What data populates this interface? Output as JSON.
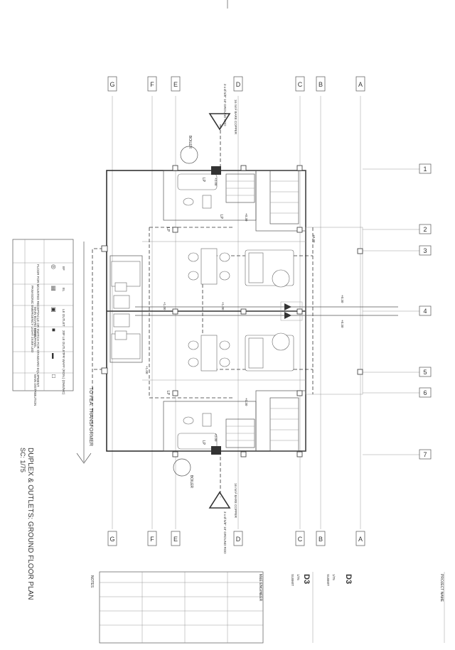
{
  "drawing": {
    "title": "DUPLEX & OUTLETS: GROUND FLOOR PLAN",
    "scale": "SC: 1/75",
    "to_transformer": "TO FEA. TRANSFORMER",
    "boiler_label": "BOILER",
    "lp_label": "LP",
    "copper_note": "16 mm² BARE COPPER",
    "ground_rod_note": "3 x Ø 5/8\" 10'\nGROUND ROD",
    "ground_rod_note2": "Ø 5/8\" 10'\nGROUND ROD",
    "height_labels": [
      "+0.30",
      "+1.00",
      "+1.20",
      "+2.00",
      "+1.10"
    ]
  },
  "grid": {
    "letters": [
      "G",
      "F",
      "E",
      "D",
      "C",
      "B",
      "A"
    ],
    "numbers": [
      "1",
      "2",
      "3",
      "4",
      "5",
      "6",
      "7"
    ]
  },
  "legend": {
    "items": [
      {
        "code": "EF",
        "symbol": "◎",
        "desc": "FLOOR FOR MOUNTED RECEPTACLE OR SWITCH FOR STANDARD EQUIPMENT"
      },
      {
        "code": "EL",
        "symbol": "▤",
        "desc": "PANASONIC EMERGENCY LIGHT 2X4W LED"
      },
      {
        "code": "LE OUTLET",
        "symbol": "▣",
        "desc": "MAIN BOARD PANEL"
      },
      {
        "code": "20F LE OUTLET",
        "symbol": "■",
        "desc": "LOAD PANEL"
      },
      {
        "code": "FR WAFF (RON.) (DM4/MC)",
        "symbol": "▬",
        "desc": ""
      },
      {
        "code": "",
        "symbol": "□",
        "desc": "MAIN DISTRIBUTION"
      }
    ]
  },
  "title_block": {
    "project_name": "PROJECT NAME",
    "engineer": "M&E ENGINEER",
    "notes": "NOTES",
    "sheet_code": "D3",
    "sheet_code2": "D3",
    "scale_value": "1/75",
    "subtitle": "SUBMIT"
  }
}
